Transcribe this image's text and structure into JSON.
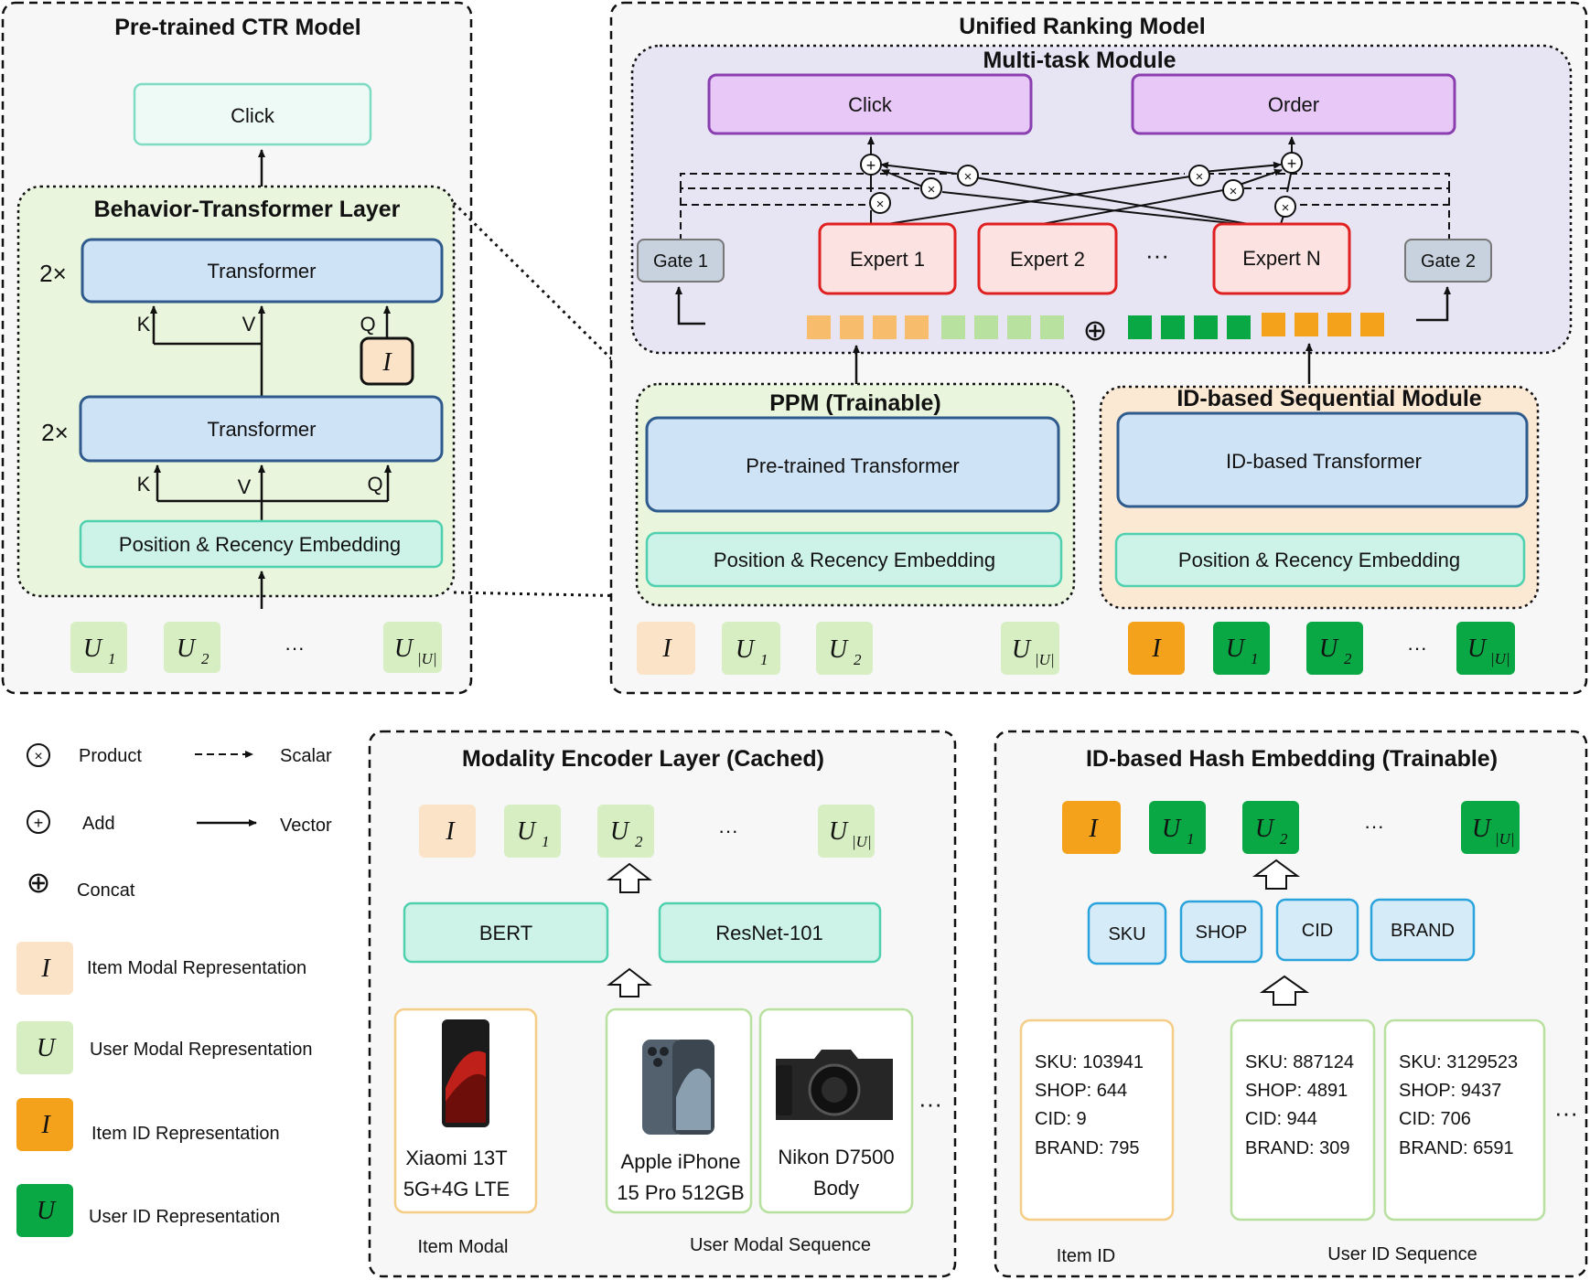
{
  "titles": {
    "pretrained": "Pre-trained CTR Model",
    "behavior": "Behavior-Transformer Layer",
    "unified": "Unified Ranking Model",
    "multitask": "Multi-task Module",
    "ppm": "PPM (Trainable)",
    "idseq": "ID-based Sequential Module",
    "encoder": "Modality Encoder Layer (Cached)",
    "hash": "ID-based Hash Embedding (Trainable)"
  },
  "left": {
    "click": "Click",
    "transformer": "Transformer",
    "repeat": "2×",
    "pos_emb": "Position & Recency Embedding",
    "k": "K",
    "v": "V",
    "q": "Q",
    "item": "I"
  },
  "multitask": {
    "click": "Click",
    "order": "Order",
    "gate1": "Gate 1",
    "gate2": "Gate 2",
    "expert1": "Expert 1",
    "expert2": "Expert 2",
    "expertN": "Expert N",
    "dots": "···",
    "concat": "⊕"
  },
  "ppm": {
    "transformer": "Pre-trained Transformer",
    "pos_emb": "Position & Recency Embedding"
  },
  "idseq": {
    "transformer": "ID-based Transformer",
    "pos_emb": "Position & Recency Embedding"
  },
  "tokens": {
    "i": "I",
    "u": "U",
    "sub1": "1",
    "sub2": "2",
    "subU": "|U|",
    "dots": "···"
  },
  "legend": {
    "product": "Product",
    "scalar": "Scalar",
    "add": "Add",
    "vector": "Vector",
    "concat": "Concat",
    "item_modal": "Item Modal Representation",
    "user_modal": "User Modal Representation",
    "item_id": "Item ID Representation",
    "user_id": "User ID Representation"
  },
  "encoder": {
    "bert": "BERT",
    "resnet": "ResNet-101",
    "items": [
      {
        "line1": "Xiaomi 13T",
        "line2": "5G+4G LTE"
      },
      {
        "line1": "Apple iPhone",
        "line2": "15 Pro 512GB"
      },
      {
        "line1": "Nikon D7500",
        "line2": "Body"
      }
    ],
    "more": "···",
    "item_modal": "Item Modal",
    "user_seq": "User Modal Sequence"
  },
  "hash": {
    "sku": "SKU",
    "shop": "SHOP",
    "cid": "CID",
    "brand": "BRAND",
    "records": [
      {
        "sku": "SKU: 103941",
        "shop": "SHOP: 644",
        "cid": "CID: 9",
        "brand": "BRAND: 795"
      },
      {
        "sku": "SKU: 887124",
        "shop": "SHOP: 4891",
        "cid": "CID: 944",
        "brand": "BRAND: 309"
      },
      {
        "sku": "SKU: 3129523",
        "shop": "SHOP: 9437",
        "cid": "CID: 706",
        "brand": "BRAND: 6591"
      }
    ],
    "more": "···",
    "item_id": "Item ID",
    "user_seq": "User ID Sequence"
  },
  "colors": {
    "item_modal": "#fbe3c7",
    "user_modal": "#d6eec2",
    "item_id": "#f4a11c",
    "user_id": "#0aa845",
    "transformer_fill": "#cfe3f6",
    "transformer_stroke": "#2f5a8c",
    "embed_fill": "#cdf3e8",
    "embed_stroke": "#4fd1b0",
    "task_fill": "#e8c8f6",
    "task_stroke": "#8a3fb0",
    "expert_fill": "#fde2e2",
    "expert_stroke": "#e02020",
    "multitask_bg": "#e7e5f4",
    "green_bg": "#e9f5dd",
    "orange_bg": "#fce9d4"
  }
}
